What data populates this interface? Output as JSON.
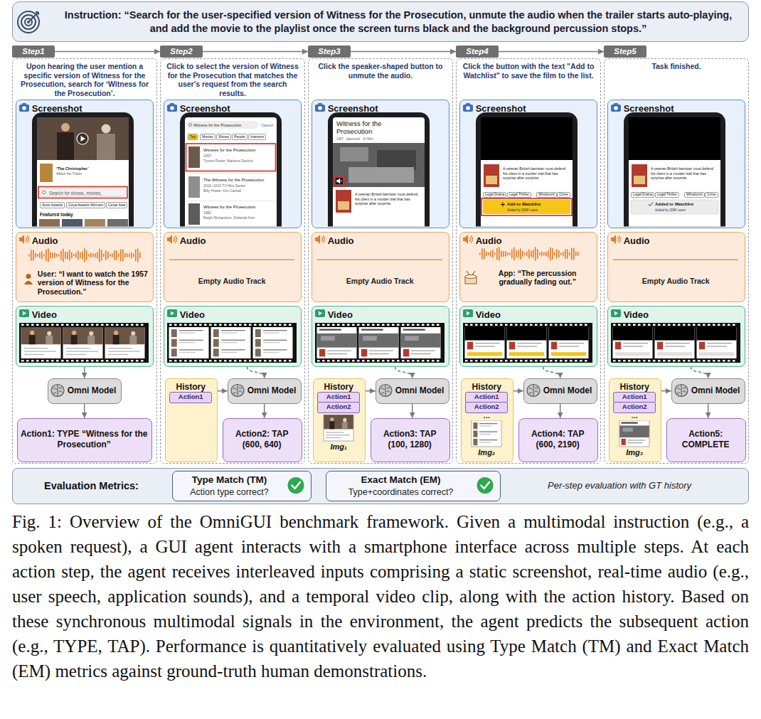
{
  "diagram": {
    "caption": "Fig. 1: Overview of the OmniGUI benchmark framework. Given a multimodal instruction (e.g., a spoken request), a GUI agent interacts with a smartphone interface across multiple steps. At each action step, the agent receives interleaved inputs comprising a static screenshot, real-time audio (e.g., user speech, application sounds), and a temporal video clip, along with the action history. Based on these synchronous multimodal signals in the environment, the agent predicts the subsequent action (e.g., TYPE, TAP). Performance is quantitatively evaluated using Type Match (TM) and Exact Match (EM) metrics against ground-truth human demonstrations.",
    "nodes": [
      {
        "text": [
          "Instruction: “Search for the user-specified version of Witness for the Prosecution, unmute the audio when the trailer starts auto-playing, and add the movie to the playlist once the screen turns black and the background percussion stops.”"
        ]
      },
      {
        "text": [
          "Step1"
        ]
      },
      {
        "text": [
          "Upon hearing the user mention a specific version of Witness for the Prosecution, search for ‘Witness for the Prosecution’."
        ]
      },
      {
        "text": [
          "Screenshot"
        ],
        "in": 2
      },
      {
        "text": [
          "Audio",
          "User: “I want to watch the 1957 version of Witness for the Prosecution.”"
        ],
        "in": 2
      },
      {
        "text": [
          "Video"
        ],
        "in": 2
      },
      {
        "text": [
          "Omni Model"
        ],
        "in": 2
      },
      {
        "text": [
          "Action1: TYPE “Witness for the Prosecution”"
        ],
        "in": 2
      },
      {
        "text": [
          "Step2"
        ]
      },
      {
        "text": [
          "Click to select the version of Witness for the Prosecution that matches the user's request from the search results."
        ]
      },
      {
        "text": [
          "Screenshot"
        ],
        "in": 9
      },
      {
        "text": [
          "Audio",
          "Empty Audio Track"
        ],
        "in": 9
      },
      {
        "text": [
          "Video"
        ],
        "in": 9
      },
      {
        "text": [
          "History"
        ],
        "in": 9
      },
      {
        "text": [
          "Action1"
        ],
        "in": 13
      },
      {
        "text": [
          "Omni Model"
        ],
        "in": 9
      },
      {
        "text": [
          "Action2: TAP (600, 640)"
        ],
        "in": 9
      },
      {
        "text": [
          "Step3"
        ]
      },
      {
        "text": [
          "Click the speaker-shaped button to unmute the audio."
        ]
      },
      {
        "text": [
          "Screenshot"
        ],
        "in": 18
      },
      {
        "text": [
          "Audio",
          "Empty Audio Track"
        ],
        "in": 18
      },
      {
        "text": [
          "Video"
        ],
        "in": 18
      },
      {
        "text": [
          "History"
        ],
        "in": 18
      },
      {
        "text": [
          "Action1"
        ],
        "in": 22
      },
      {
        "text": [
          "Action2"
        ],
        "in": 22
      },
      {
        "text": [
          "Img₁"
        ],
        "in": 22
      },
      {
        "text": [
          "Omni Model"
        ],
        "in": 18
      },
      {
        "text": [
          "Action3: TAP (100, 1280)"
        ],
        "in": 18
      },
      {
        "text": [
          "Step4"
        ]
      },
      {
        "text": [
          "Click the button with the text \"Add to Watchlist\" to save the film to the list."
        ]
      },
      {
        "text": [
          "Screenshot"
        ],
        "in": 29
      },
      {
        "text": [
          "Audio",
          "App: “The percussion gradually fading out.”"
        ],
        "in": 29
      },
      {
        "text": [
          "Video"
        ],
        "in": 29
      },
      {
        "text": [
          "History",
          "..."
        ],
        "in": 29
      },
      {
        "text": [
          "Action1"
        ],
        "in": 33
      },
      {
        "text": [
          "Action2"
        ],
        "in": 33
      },
      {
        "text": [
          "Img₂"
        ],
        "in": 33
      },
      {
        "text": [
          "Omni Model"
        ],
        "in": 29
      },
      {
        "text": [
          "Action4: TAP (600, 2190)"
        ],
        "in": 29
      },
      {
        "text": [
          "Step5"
        ]
      },
      {
        "text": [
          "Task finished."
        ]
      },
      {
        "text": [
          "Screenshot"
        ],
        "in": 40
      },
      {
        "text": [
          "Audio",
          "Empty Audio Track"
        ],
        "in": 40
      },
      {
        "text": [
          "Video"
        ],
        "in": 40
      },
      {
        "text": [
          "History",
          "..."
        ],
        "in": 40
      },
      {
        "text": [
          "Action1"
        ],
        "in": 44
      },
      {
        "text": [
          "Action2"
        ],
        "in": 44
      },
      {
        "text": [
          "Img₃"
        ],
        "in": 44
      },
      {
        "text": [
          "Omni Model"
        ],
        "in": 40
      },
      {
        "text": [
          "Action5: COMPLETE"
        ],
        "in": 40
      },
      {
        "text": [
          "Evaluation Metrics:",
          "Per-step evaluation with GT history"
        ]
      },
      {
        "text": [
          "Type Match (TM)",
          "Action type correct?"
        ],
        "in": 50
      },
      {
        "text": [
          "Exact Match (EM)",
          "Type+coordinates correct?"
        ],
        "in": 50
      }
    ],
    "edges": [
      {
        "from": 1,
        "to": 8,
        "arrow": "to"
      },
      {
        "from": 8,
        "to": 17,
        "arrow": "to"
      },
      {
        "from": 17,
        "to": 28,
        "arrow": "to"
      },
      {
        "from": 28,
        "to": 39,
        "arrow": "to"
      },
      {
        "from": 5,
        "to": 6,
        "arrow": "to"
      },
      {
        "from": 6,
        "to": 7,
        "arrow": "to"
      },
      {
        "from": 13,
        "to": 15,
        "arrow": "to"
      },
      {
        "from": 12,
        "to": 15,
        "arrow": "to"
      },
      {
        "from": 15,
        "to": 16,
        "arrow": "to"
      },
      {
        "from": 22,
        "to": 26,
        "arrow": "to"
      },
      {
        "from": 21,
        "to": 26,
        "arrow": "to"
      },
      {
        "from": 26,
        "to": 27,
        "arrow": "to"
      },
      {
        "from": 33,
        "to": 37,
        "arrow": "to"
      },
      {
        "from": 32,
        "to": 37,
        "arrow": "to"
      },
      {
        "from": 37,
        "to": 38,
        "arrow": "to"
      },
      {
        "from": 44,
        "to": 48,
        "arrow": "to"
      },
      {
        "from": 43,
        "to": 48,
        "arrow": "to"
      },
      {
        "from": 48,
        "to": 49,
        "arrow": "to"
      }
    ],
    "labels": [
      "‘The Christopher’",
      "Watch the Trailer",
      "Search for shows, movies,",
      "Actor Awards",
      "Goya Awards Winners",
      "César Awa",
      "Featured today",
      "Witness for the Prosecution",
      "Cancel",
      "Top",
      "Movies",
      "Shows",
      "People",
      "Interests",
      "Witness for the Prosecution",
      "1957",
      "Tyrone Power, Marlene Dietrich",
      "The Witness for the Prosecution",
      "2016–2016 TV Mini-Series",
      "Billy Howle, Kim Cattrall",
      "Witness for the Prosecution",
      "1982",
      "Ralph Richardson, Deborah Kerr",
      "Witness for the Prosecution",
      "1957 · Approved · 1h 56m",
      "A veteran British barrister must defend his client in a murder trial that has surprise after surprise.",
      "A veteran British barrister must defend his client in a murder trial that has surprise after surprise.",
      "Legal Drama",
      "Legal Thriller",
      "Whodunnit",
      "Crime",
      "Add to Watchlist",
      "Added by 209K users",
      "A veteran British barrister must defend his client in a murder trial that has surprise after surprise.",
      "Legal Drama",
      "Legal Thriller",
      "Whodunnit",
      "Crime",
      "Added to Watchlist",
      "Added by 209K users"
    ]
  }
}
